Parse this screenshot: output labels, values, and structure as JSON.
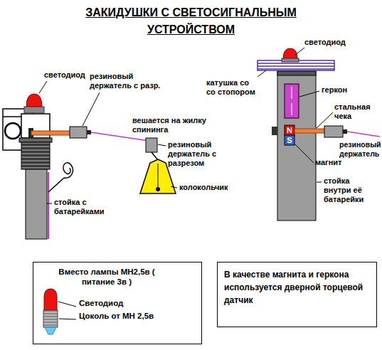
{
  "diagram": {
    "title": "ЗАКИДУШКИ С СВЕТОСИГНАЛЬНЫМ УСТРОЙСТВОМ",
    "nodes": [
      {
        "text": [
          "Вместо лампы МН2,5в ( питание 3в )",
          "Светодиод",
          "Цоколь от МН 2,5в"
        ]
      },
      {
        "text": [
          "В качестве магнита и геркона используется дверной торцевой датчик"
        ]
      }
    ],
    "labels": [
      "светодиод",
      "резиновый держатель с разр.",
      "вешается на жилку спининга",
      "резиновый держатель с разрезом",
      "колокольчик",
      "стойка с батарейками",
      "светодиод",
      "катушка со со стопором",
      "геркон",
      "стальная чека",
      "резиновый держатель",
      "N",
      "S",
      "магнит",
      "стойка внутри её батарейки"
    ]
  }
}
